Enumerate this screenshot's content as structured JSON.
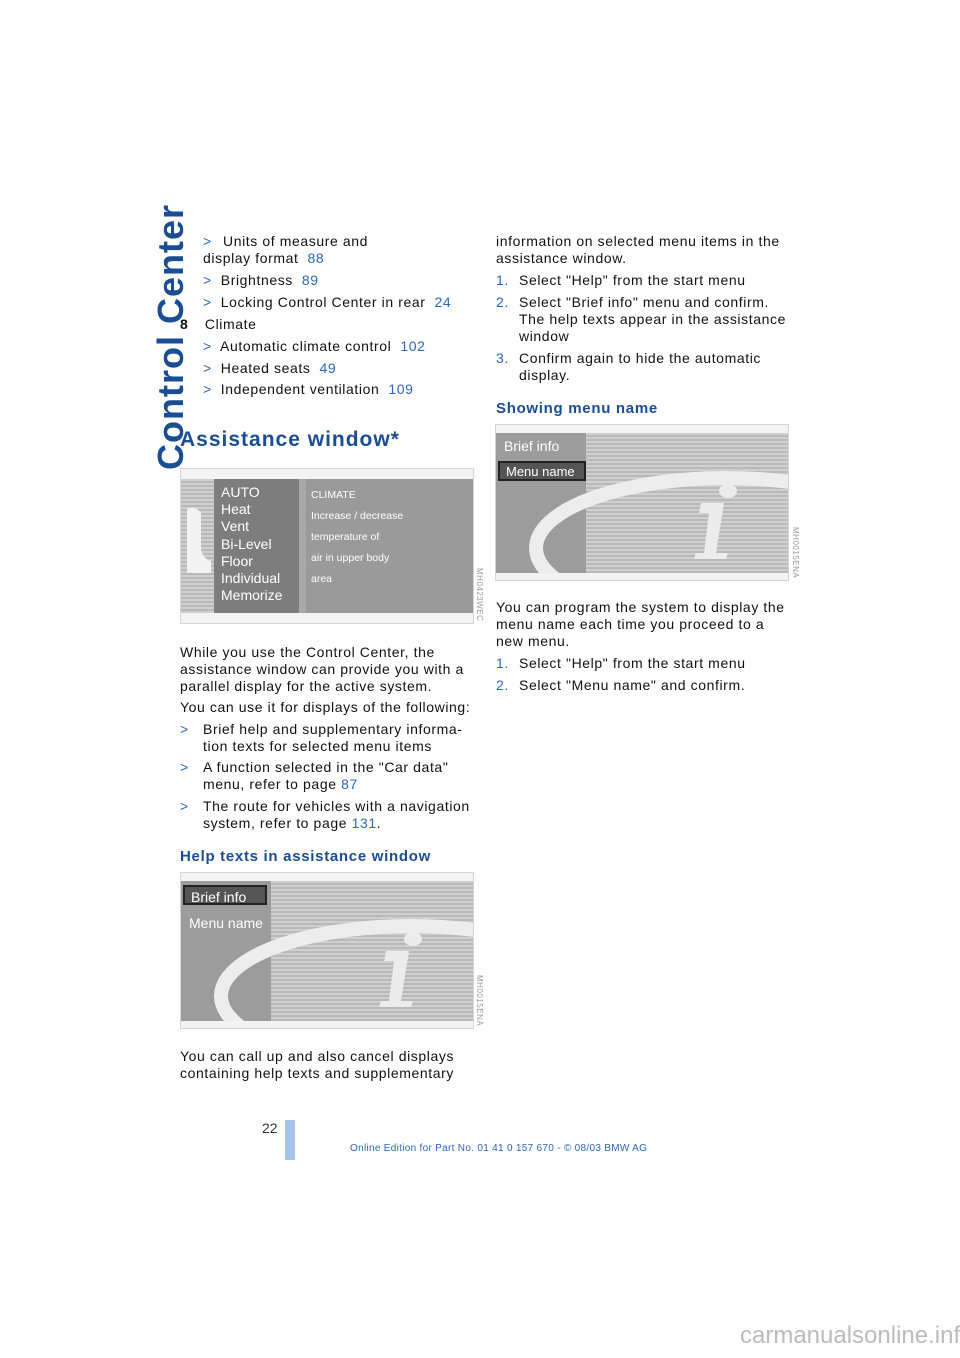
{
  "side_title": "Control Center",
  "col1": {
    "list_items": [
      {
        "text": "Units of measure and",
        "text2": "display format",
        "page": "88"
      },
      {
        "text": "Brightness",
        "page": "89"
      },
      {
        "text": "Locking Control Center in rear",
        "page": "24"
      }
    ],
    "item8": {
      "num": "8",
      "label": "Climate"
    },
    "climate_items": [
      {
        "text": "Automatic climate control",
        "page": "102"
      },
      {
        "text": "Heated seats",
        "page": "49"
      },
      {
        "text": "Independent ventilation",
        "page": "109"
      }
    ],
    "assist_heading": "Assistance window*",
    "climate_shot": {
      "menu": [
        "AUTO",
        "Heat",
        "Vent",
        "Bi-Level",
        "Floor",
        "Individual",
        "Memorize"
      ],
      "info": [
        "CLIMATE",
        "Increase / decrease",
        "temperature of",
        "air in upper body",
        "area"
      ],
      "code": "MH0423WEC"
    },
    "para1": [
      "While you use the Control Center, the",
      "assistance window can provide you with a",
      "parallel display for the active system."
    ],
    "para2": "You can use it for displays of the following:",
    "bullets": [
      {
        "lines": [
          "Brief help and supplementary informa-",
          "tion texts for selected menu items"
        ]
      },
      {
        "lines": [
          "A function selected in the \"Car data\"",
          "menu, refer to page "
        ],
        "page": "87",
        "tail": ""
      },
      {
        "lines": [
          "The route for vehicles with a navigation",
          "system, refer to page "
        ],
        "page": "131",
        "tail": "."
      }
    ],
    "help_heading": "Help texts in assistance window",
    "help_shot": {
      "item1": "Brief info",
      "item2": "Menu name",
      "code": "MH0015ENA"
    },
    "para3": [
      "You can call up and also cancel displays",
      "containing help texts and supplementary"
    ]
  },
  "col2": {
    "para_top": [
      "information on selected menu items in the",
      "assistance window."
    ],
    "steps1": [
      {
        "n": "1.",
        "lines": [
          "Select \"Help\" from the start menu"
        ]
      },
      {
        "n": "2.",
        "lines": [
          "Select \"Brief info\" menu and confirm.",
          "The help texts appear in the assistance",
          "window"
        ]
      },
      {
        "n": "3.",
        "lines": [
          "Confirm again to hide the automatic",
          "display."
        ]
      }
    ],
    "menu_heading": "Showing menu name",
    "menu_shot": {
      "item1": "Brief info",
      "item2": "Menu name",
      "code": "MH0015ENA"
    },
    "para": [
      "You can program the system to display the",
      "menu name each time you proceed to a",
      "new menu."
    ],
    "steps2": [
      {
        "n": "1.",
        "lines": [
          "Select \"Help\" from the start menu"
        ]
      },
      {
        "n": "2.",
        "lines": [
          "Select \"Menu name\" and confirm."
        ]
      }
    ]
  },
  "page_number": "22",
  "footer": "Online Edition for Part No. 01 41 0 157 670 - © 08/03 BMW AG",
  "watermark": "carmanualsonline.info",
  "colors": {
    "heading": "#1a4d93",
    "link": "#2b66b8",
    "accent_bar": "#a9c4ea"
  }
}
